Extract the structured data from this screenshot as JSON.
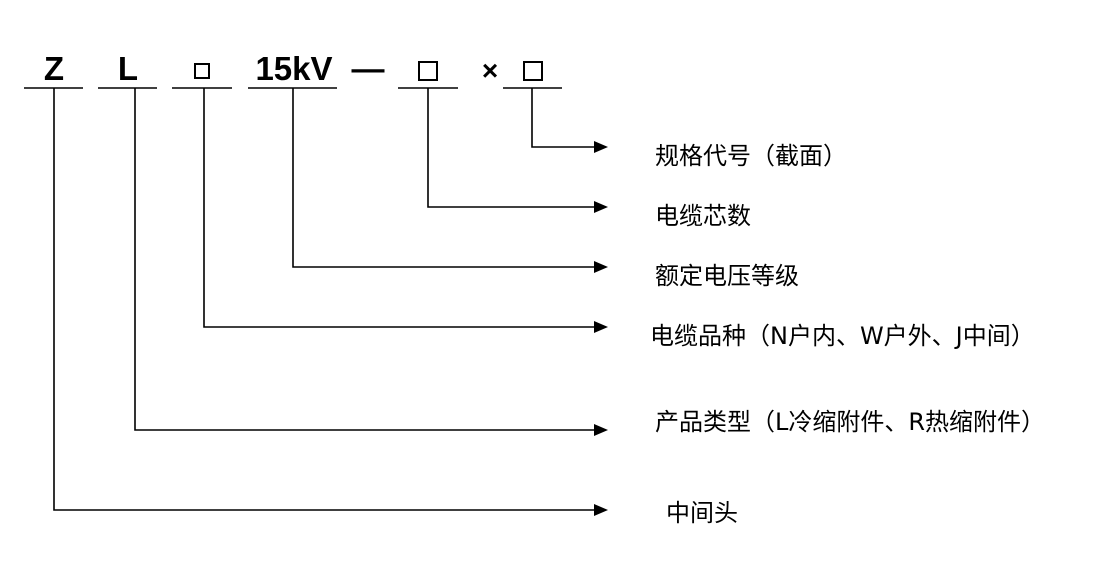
{
  "code": {
    "z": "Z",
    "l": "L",
    "voltage": "15kV",
    "dash": "—",
    "times": "×"
  },
  "labels": {
    "spec_code": "规格代号（截面）",
    "core_count": "电缆芯数",
    "rated_voltage": "额定电压等级",
    "cable_type": "电缆品种（N户内、W户外、J中间）",
    "product_type": "产品类型（L冷缩附件、R热缩附件）",
    "joint": "中间头"
  },
  "colors": {
    "ink": "#000000",
    "background": "#ffffff"
  }
}
